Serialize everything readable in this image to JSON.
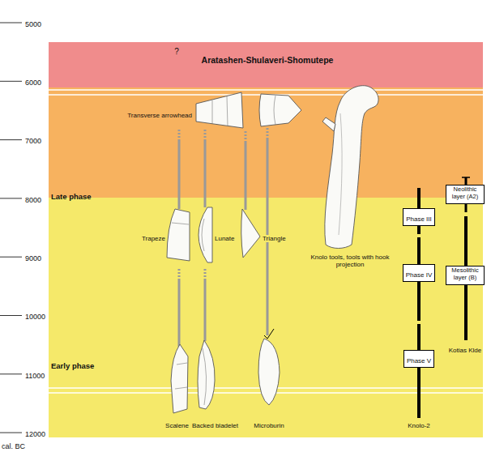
{
  "diagram": {
    "nodes": [
      {
        "text": [
          "Aratashen-Shulaveri-Shomutepe"
        ]
      },
      {
        "text": [
          "Late phase"
        ]
      },
      {
        "text": [
          "Early phase"
        ]
      },
      {
        "text": [
          "Phase III"
        ]
      },
      {
        "text": [
          "Phase IV"
        ]
      },
      {
        "text": [
          "Phase V"
        ]
      },
      {
        "text": [
          "Neolithic layer (A2)"
        ]
      },
      {
        "text": [
          "Mesolithic layer (B)"
        ]
      }
    ],
    "labels": [
      "5000",
      "6000",
      "7000",
      "8000",
      "9000",
      "10000",
      "11000",
      "12000",
      "cal. BC",
      "?",
      "Transverse arrowhead",
      "Trapeze",
      "Lunate",
      "Triangle",
      "Knolo tools, tools with hook projection",
      "Scalene",
      "Backed bladelet",
      "Microburin",
      "Knolo-2",
      "Kotias Klde"
    ]
  }
}
